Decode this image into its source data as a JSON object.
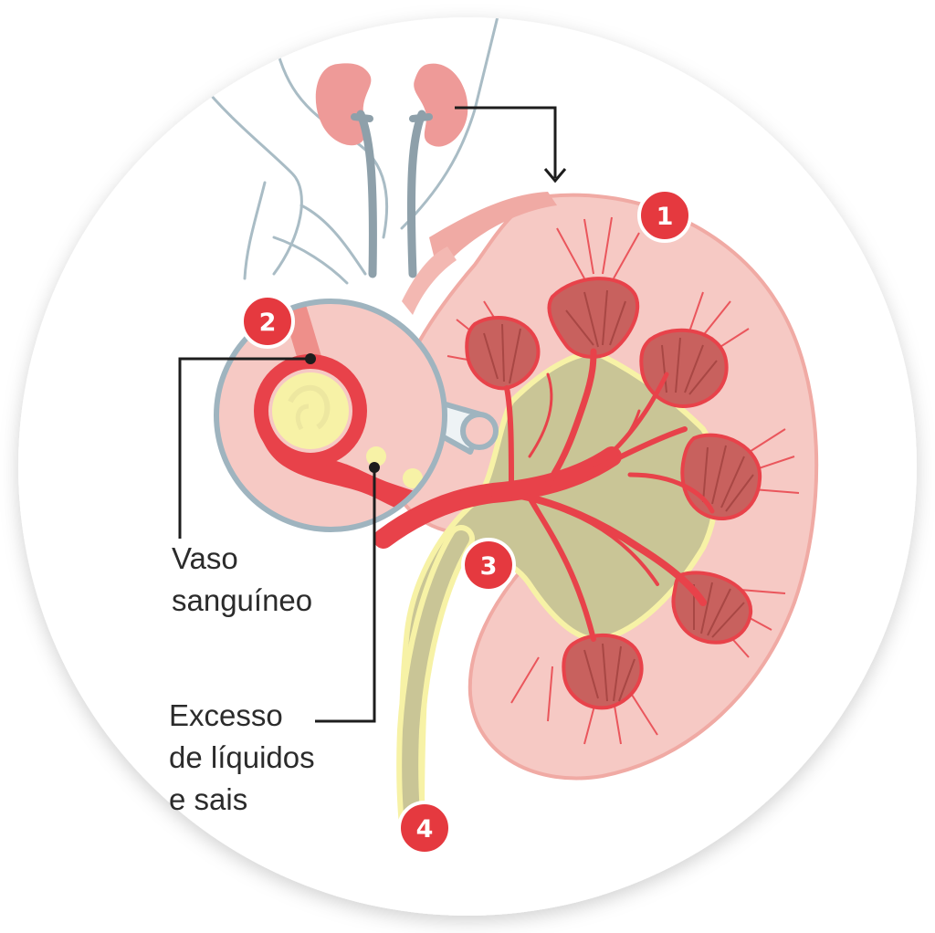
{
  "labels": {
    "vaso_line1": "Vaso",
    "vaso_line2": "sanguíneo",
    "excesso_line1": "Excesso",
    "excesso_line2": "de líquidos",
    "excesso_line3": "e sais"
  },
  "markers": [
    "1",
    "2",
    "3",
    "4"
  ],
  "colors": {
    "marker": "#e5393f",
    "vessel": "#e8424a",
    "cortex": "#f6c9c4",
    "pelvis": "#c9c596",
    "urine": "#f7f2a6",
    "outline": "#9fb4bf"
  }
}
